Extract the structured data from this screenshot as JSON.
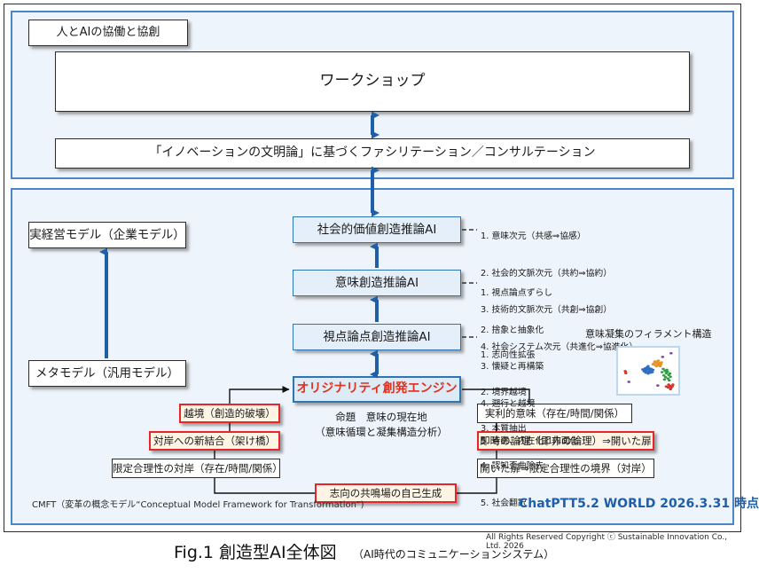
{
  "figure": {
    "caption_main": "Fig.1 創造型AI全体図",
    "caption_sub": "（AI時代のコミュニケーションシステム）",
    "copyright": "All Rights Reserved Copyright ⓒ  Sustainable Innovation Co., Ltd.  2026"
  },
  "upper_panel": {
    "tag_label": "人とAIの協働と協創",
    "workshop_label": "ワークショップ",
    "facilitation_label": "「イノベーションの文明論」に基づくファシリテーション／コンサルテーション"
  },
  "lower_panel": {
    "real_management_model": "実経営モデル（企業モデル）",
    "meta_model": "メタモデル（汎用モデル）",
    "ai_social_value": "社会的価値創造推論AI",
    "ai_meaning_creation": "意味創造推論AI",
    "ai_viewpoint_creation": "視点論点創造推論AI",
    "originality_engine": "オリジナリティ創発エンジン",
    "proposition_line1": "命題　意味の現在地",
    "proposition_line2": "（意味循環と凝集構造分析）",
    "filament_label": "意味凝集のフィラメント構造",
    "cmft_note": "CMFT（変革の概念モデル“Conceptual Model Framework for Transformation”)",
    "chatptt_note": "ChatPTT5.2 WORLD 2026.3.31 時点",
    "left_cluster": [
      "越境（創造的破壊）",
      "対岸への新結合（架け橋）",
      "限定合理性の対岸（存在/時間/関係）"
    ],
    "right_cluster": [
      "実利的意味（存在/時間/関係）",
      "即時の論理（即非の論理）⇒開いた扉",
      "開いた扉⇒限定合理性の境界（対岸）"
    ],
    "resonance_box": "志向の共鳴場の自己生成"
  },
  "lists": {
    "social_value_dimensions": [
      "1. 意味次元（共感⇒協感）",
      "2. 社会的文脈次元（共約⇒協約）",
      "3. 技術的文脈次元（共創⇒協創）",
      "4. 社会システム次元（共進化⇒協進化）"
    ],
    "meaning_creation_steps": [
      "1. 視点論点ずらし",
      "2. 捨象と抽象化",
      "3. 懐疑と再構築",
      "4. 遡行と越境",
      "5. 省察、内在化と内面化"
    ],
    "viewpoint_creation_steps": [
      "1. 志向性拡張",
      "2. 境界越境",
      "3. 本質抽出",
      "4. 認知歪曲除去",
      "5. 社会翻訳"
    ]
  },
  "chart_data": {
    "type": "scatter",
    "title": "意味凝集のフィラメント構造",
    "xlabel": "",
    "ylabel": "",
    "xlim": [
      0,
      100
    ],
    "ylim": [
      0,
      100
    ],
    "grid": false,
    "legend": "none",
    "series": [
      {
        "name": "blue-cluster",
        "color": "#2e6fbf",
        "points": [
          [
            44,
            52
          ],
          [
            47,
            50
          ],
          [
            49,
            53
          ],
          [
            51,
            48
          ],
          [
            53,
            51
          ],
          [
            46,
            46
          ],
          [
            50,
            44
          ],
          [
            54,
            46
          ],
          [
            52,
            55
          ],
          [
            48,
            57
          ],
          [
            56,
            50
          ],
          [
            43,
            49
          ],
          [
            45,
            55
          ],
          [
            55,
            54
          ],
          [
            57,
            47
          ],
          [
            41,
            53
          ],
          [
            50,
            60
          ],
          [
            58,
            52
          ]
        ]
      },
      {
        "name": "orange-cluster",
        "color": "#e8922a",
        "points": [
          [
            60,
            66
          ],
          [
            63,
            68
          ],
          [
            66,
            65
          ],
          [
            69,
            67
          ],
          [
            62,
            62
          ],
          [
            65,
            70
          ],
          [
            68,
            62
          ],
          [
            71,
            64
          ],
          [
            58,
            64
          ],
          [
            64,
            60
          ],
          [
            72,
            68
          ],
          [
            67,
            72
          ],
          [
            61,
            70
          ],
          [
            70,
            60
          ]
        ]
      },
      {
        "name": "green-cluster",
        "color": "#2f9e41",
        "points": [
          [
            75,
            54
          ],
          [
            78,
            50
          ],
          [
            80,
            45
          ],
          [
            76,
            40
          ],
          [
            82,
            48
          ],
          [
            84,
            41
          ],
          [
            79,
            36
          ],
          [
            83,
            33
          ],
          [
            86,
            44
          ],
          [
            73,
            47
          ],
          [
            81,
            52
          ],
          [
            87,
            37
          ],
          [
            77,
            31
          ],
          [
            85,
            29
          ]
        ]
      },
      {
        "name": "red-cluster",
        "color": "#d0342c",
        "points": [
          [
            80,
            16
          ],
          [
            83,
            14
          ],
          [
            86,
            17
          ],
          [
            88,
            13
          ],
          [
            84,
            20
          ],
          [
            90,
            16
          ],
          [
            87,
            10
          ],
          [
            91,
            20
          ],
          [
            12,
            49
          ],
          [
            13,
            45
          ]
        ]
      },
      {
        "name": "purple-outliers",
        "color": "#7a4ea8",
        "points": [
          [
            88,
            88
          ],
          [
            74,
            80
          ],
          [
            66,
            18
          ],
          [
            18,
            26
          ]
        ]
      }
    ]
  }
}
